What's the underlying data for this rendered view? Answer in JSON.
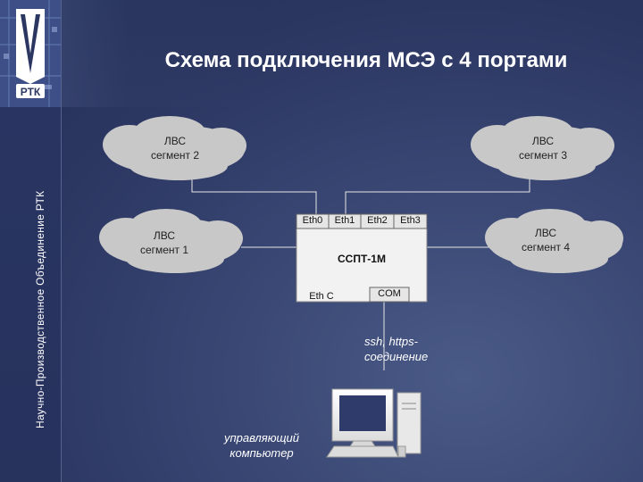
{
  "title": "Схема подключения МСЭ с 4 портами",
  "sidebar": {
    "org_name": "Научно-Производственное Объединение РТК",
    "logo_text": "РТК"
  },
  "clouds": {
    "seg2": {
      "line1": "ЛВС",
      "line2": "сегмент 2"
    },
    "seg3": {
      "line1": "ЛВС",
      "line2": "сегмент 3"
    },
    "seg1": {
      "line1": "ЛВС",
      "line2": "сегмент 1"
    },
    "seg4": {
      "line1": "ЛВС",
      "line2": "сегмент 4"
    }
  },
  "device": {
    "name": "ССПТ-1М",
    "ports": {
      "eth0": "Eth0",
      "eth1": "Eth1",
      "eth2": "Eth2",
      "eth3": "Eth3"
    },
    "eth_c": "Eth C",
    "com": "COM"
  },
  "connection": {
    "line1": "ssh, https-",
    "line2": "соединение"
  },
  "computer": {
    "line1": "управляющий",
    "line2": "компьютер"
  },
  "colors": {
    "cloud": "#c8c8c8",
    "device": "#f2f2f2",
    "line": "#e0e0e0"
  }
}
